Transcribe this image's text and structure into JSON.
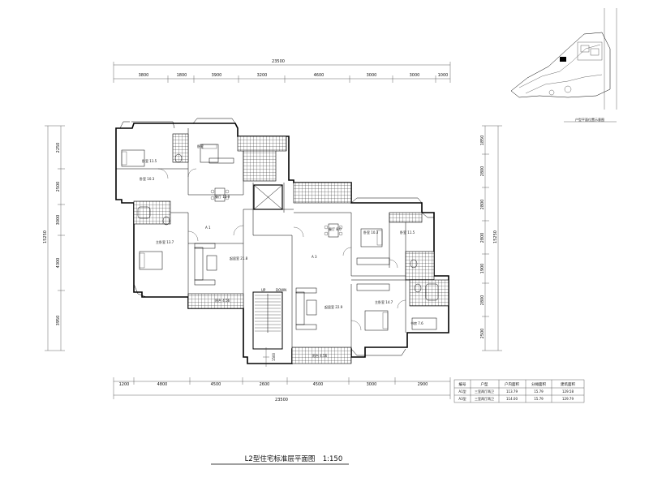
{
  "dimensions_top": {
    "overall": "23500",
    "segments": [
      "3800",
      "1800",
      "3900",
      "3200",
      "4600",
      "3000",
      "3000",
      "1000"
    ]
  },
  "dimensions_bottom": {
    "overall": "23500",
    "segments": [
      "1200",
      "4800",
      "4500",
      "2600",
      "4500",
      "3000",
      "2900"
    ]
  },
  "dimensions_left": {
    "overall": "15250",
    "segments": [
      "2250",
      "2500",
      "3000",
      "4300",
      "3950"
    ]
  },
  "dimensions_right": {
    "overall": "15250",
    "segments": [
      "1850",
      "2800",
      "2800",
      "2800",
      "1900",
      "2800",
      "2500"
    ]
  },
  "vertical_dim": "1500",
  "rooms": {
    "bedroom_nw": "卧室 10.3",
    "bedroom_nw2": "卧室 11.5",
    "bedroom_n": "卧室",
    "dining_a": "餐厅 10.9",
    "unit_a": "A 1",
    "master_bed_a": "主卧室 13.7",
    "living_a": "起居室 21.8",
    "balcony_a": "阳台 4.56",
    "dining_b": "餐厅 8.0",
    "unit_b": "A 3",
    "bedroom_e": "卧室 10.3",
    "bedroom_e2": "卧室 11.5",
    "living_b": "起居室 22.9",
    "master_bed_b": "主卧室 14.7",
    "study_b": "书房 7.6",
    "balcony_b": "阳台 4.56",
    "stair_up": "UP",
    "stair_dn": "DOWN"
  },
  "site_plan_caption": "户型平面位置示意图",
  "unit_table": {
    "headers": [
      "编号",
      "户型",
      "户内面积",
      "分摊面积",
      "建筑面积"
    ],
    "rows": [
      [
        "A1型",
        "三室两厅两卫",
        "113.79",
        "15.79",
        "129.58"
      ],
      [
        "A3型",
        "三室两厅两卫",
        "114.00",
        "15.79",
        "129.79"
      ]
    ]
  },
  "title": "L2型住宅标准层平面图",
  "scale": "1:150"
}
